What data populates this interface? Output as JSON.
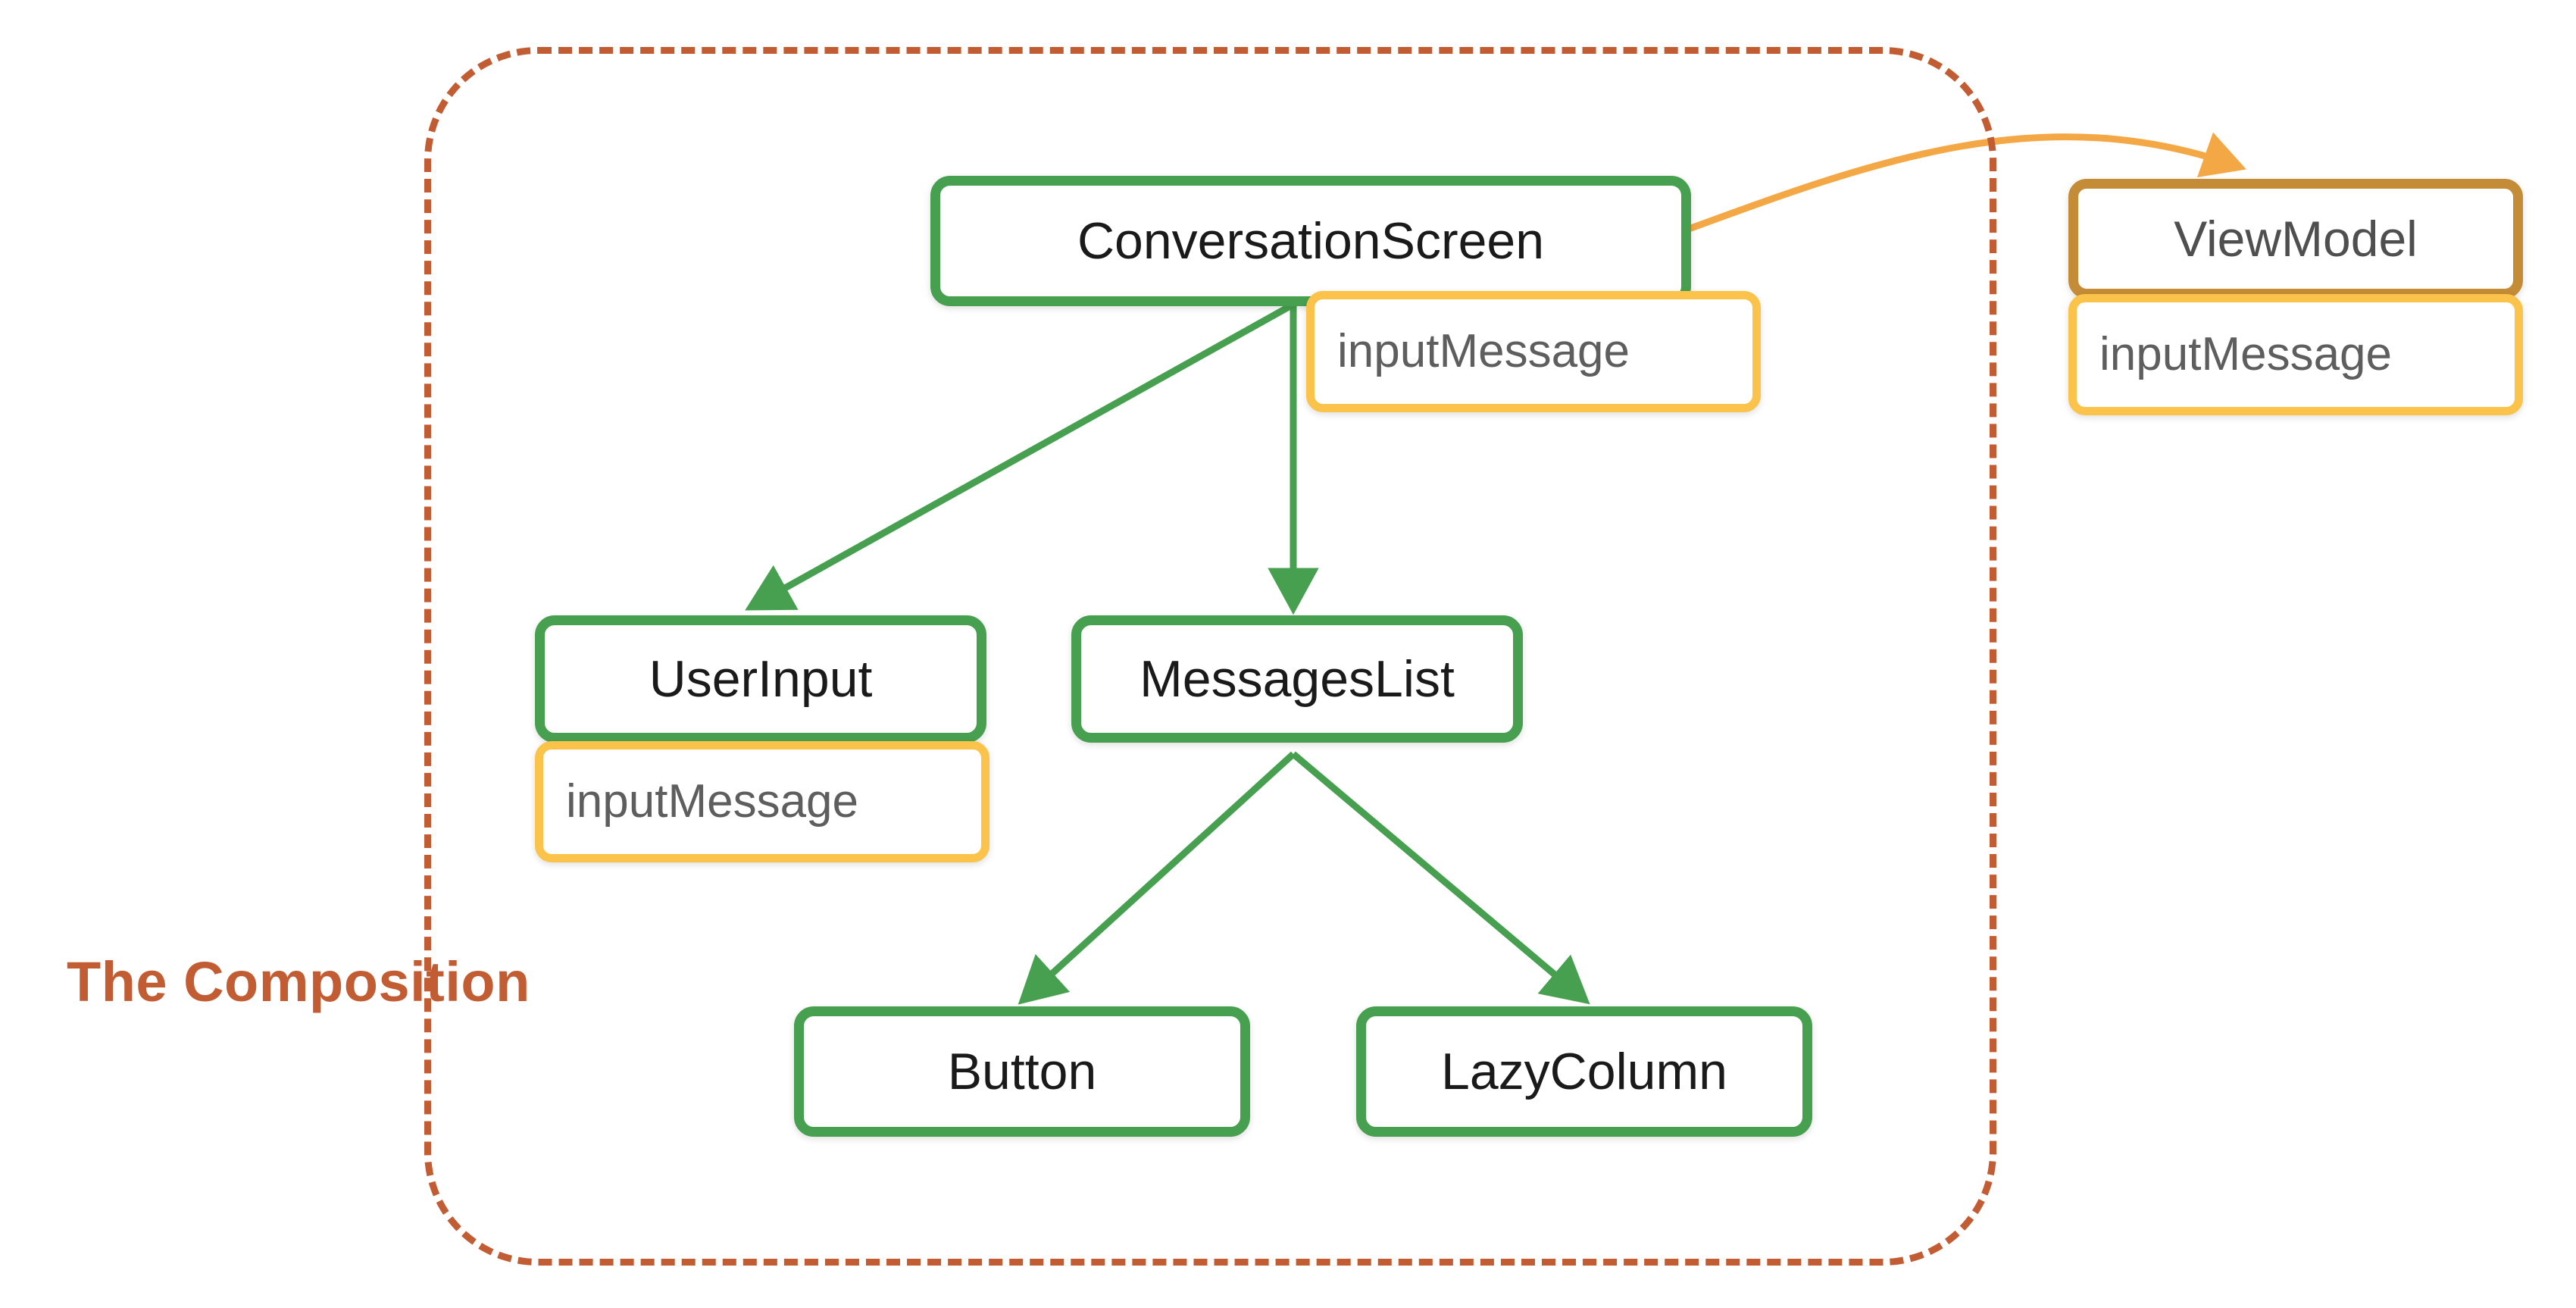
{
  "diagram": {
    "title": "The Composition",
    "caption": "The Composition",
    "colors": {
      "composable_border": "#47a04f",
      "state_border": "#fbc34a",
      "viewmodel_border": "#c48c36",
      "boundary_dashed": "#c25c33",
      "composition_arrow": "#47a04f",
      "viewmodel_arrow": "#f4a845",
      "background": "#ffffff",
      "composable_text": "#1a1a1a",
      "state_text": "#5e5e5e",
      "viewmodel_text": "#4f4f4f"
    },
    "nodes": {
      "conversation_screen": {
        "label": "ConversationScreen",
        "kind": "composable"
      },
      "conversation_screen_state": {
        "label": "inputMessage",
        "kind": "state"
      },
      "user_input": {
        "label": "UserInput",
        "kind": "composable"
      },
      "user_input_state": {
        "label": "inputMessage",
        "kind": "state"
      },
      "messages_list": {
        "label": "MessagesList",
        "kind": "composable"
      },
      "button": {
        "label": "Button",
        "kind": "composable"
      },
      "lazy_column": {
        "label": "LazyColumn",
        "kind": "composable"
      },
      "view_model": {
        "label": "ViewModel",
        "kind": "viewmodel"
      },
      "view_model_state": {
        "label": "inputMessage",
        "kind": "state"
      }
    },
    "edges": [
      {
        "from": "ConversationScreen",
        "to": "UserInput",
        "style": "solid",
        "color": "#47a04f"
      },
      {
        "from": "ConversationScreen",
        "to": "MessagesList",
        "style": "solid",
        "color": "#47a04f"
      },
      {
        "from": "MessagesList",
        "to": "Button",
        "style": "solid",
        "color": "#47a04f"
      },
      {
        "from": "MessagesList",
        "to": "LazyColumn",
        "style": "solid",
        "color": "#47a04f"
      },
      {
        "from": "ConversationScreen",
        "to": "ViewModel",
        "style": "curved",
        "color": "#f4a845"
      }
    ]
  }
}
